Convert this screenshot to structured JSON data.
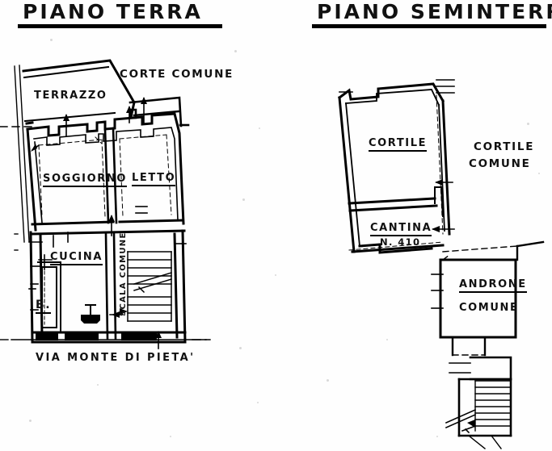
{
  "document": {
    "type": "floor-plan",
    "language": "it",
    "ink_color": "#111111",
    "paper_color": "#fefefe"
  },
  "titles": {
    "left": "PIANO TERRA",
    "right": "PIANO SEMINTERRATO"
  },
  "ground_floor": {
    "name": "PIANO TERRA",
    "rooms": [
      {
        "id": "terrazzo",
        "label": "TERRAZZO",
        "underlined": false
      },
      {
        "id": "soggiorno",
        "label": "SOGGIORNO",
        "underlined": true
      },
      {
        "id": "letto",
        "label": "LETTO",
        "underlined": true
      },
      {
        "id": "cucina",
        "label": "CUCINA",
        "underlined": true
      },
      {
        "id": "bagno",
        "label": "B.",
        "underlined": true
      }
    ],
    "annotations": [
      {
        "id": "corte-comune",
        "label": "CORTE COMUNE"
      },
      {
        "id": "scala-comune",
        "label": "SCALA COMUNE",
        "rotated": true
      },
      {
        "id": "via",
        "label": "VIA MONTE DI PIETA'"
      }
    ]
  },
  "basement_floor": {
    "name": "PIANO SEMINTERRATO",
    "rooms": [
      {
        "id": "cortile",
        "label": "CORTILE",
        "underlined": true
      },
      {
        "id": "cantina",
        "label": "CANTINA",
        "underlined": true,
        "sublabel": "N. 410"
      }
    ],
    "annotations": [
      {
        "id": "cortile-comune-1",
        "label": "CORTILE"
      },
      {
        "id": "cortile-comune-2",
        "label": "COMUNE"
      },
      {
        "id": "androne-1",
        "label": "ANDRONE",
        "underlined": true
      },
      {
        "id": "androne-2",
        "label": "COMUNE"
      }
    ]
  }
}
